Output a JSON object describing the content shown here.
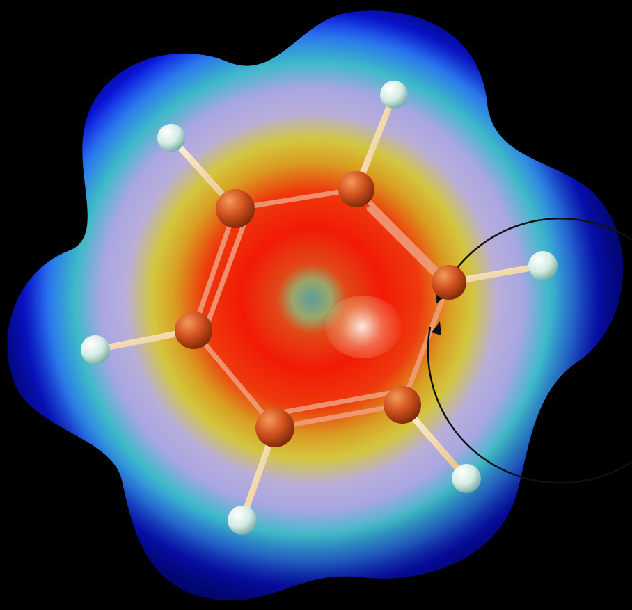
{
  "scene": {
    "subject": "benzene-electrostatic-potential-map",
    "background_color": "#000000",
    "surface_colors": {
      "outer": "#0a12e0",
      "mid_blue": "#2f6ff0",
      "cyan": "#3fb8c8",
      "lavender": "#b8a6d6",
      "yellow": "#d8c23a",
      "orange": "#e86a10",
      "red": "#f01808",
      "center_hole": "#6c9a9a"
    },
    "atom_colors": {
      "carbon": "#d2521e",
      "hydrogen": "#e6f2ee"
    },
    "bond_color": "#f2d6b0",
    "ring_arrow_color": "#111111",
    "carbon_count": 6,
    "hydrogen_count": 6,
    "ring_arrow_direction": "counter-clockwise"
  }
}
